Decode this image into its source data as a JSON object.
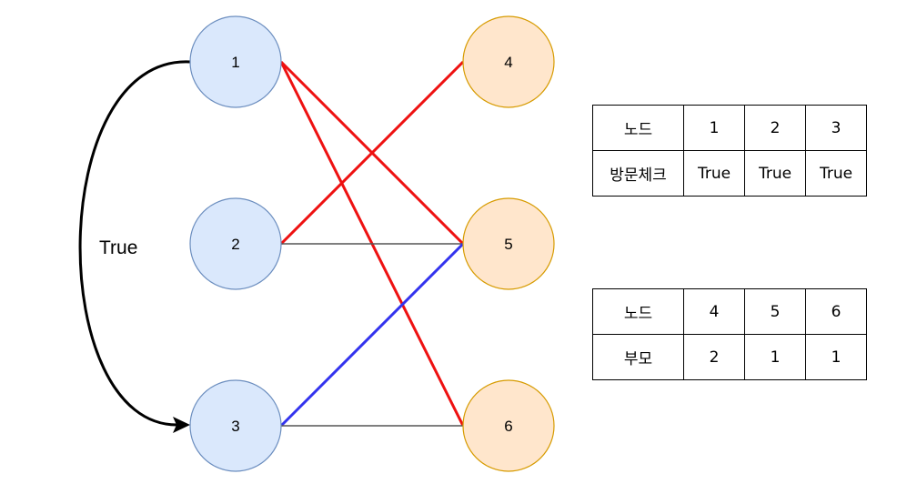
{
  "nodes": [
    {
      "id": "1",
      "label": "1",
      "group": "left"
    },
    {
      "id": "2",
      "label": "2",
      "group": "left"
    },
    {
      "id": "3",
      "label": "3",
      "group": "left"
    },
    {
      "id": "4",
      "label": "4",
      "group": "right"
    },
    {
      "id": "5",
      "label": "5",
      "group": "right"
    },
    {
      "id": "6",
      "label": "6",
      "group": "right"
    }
  ],
  "edges": [
    {
      "from": "1",
      "to": "5",
      "color": "#ee1111"
    },
    {
      "from": "1",
      "to": "6",
      "color": "#ee1111"
    },
    {
      "from": "2",
      "to": "4",
      "color": "#ee1111"
    },
    {
      "from": "2",
      "to": "5",
      "color": "#555555"
    },
    {
      "from": "3",
      "to": "5",
      "color": "#3333ee"
    },
    {
      "from": "3",
      "to": "6",
      "color": "#555555"
    }
  ],
  "arrow": {
    "from": "1",
    "to": "3",
    "label": "True"
  },
  "colors": {
    "left_fill": "#dae8fc",
    "left_stroke": "#6c8ebf",
    "right_fill": "#ffe6cc",
    "right_stroke": "#d79b00"
  },
  "visit_table": {
    "header_label": "노드",
    "row_label": "방문체크",
    "nodes": [
      "1",
      "2",
      "3"
    ],
    "values": [
      "True",
      "True",
      "True"
    ]
  },
  "parent_table": {
    "header_label": "노드",
    "row_label": "부모",
    "nodes": [
      "4",
      "5",
      "6"
    ],
    "values": [
      "2",
      "1",
      "1"
    ]
  }
}
